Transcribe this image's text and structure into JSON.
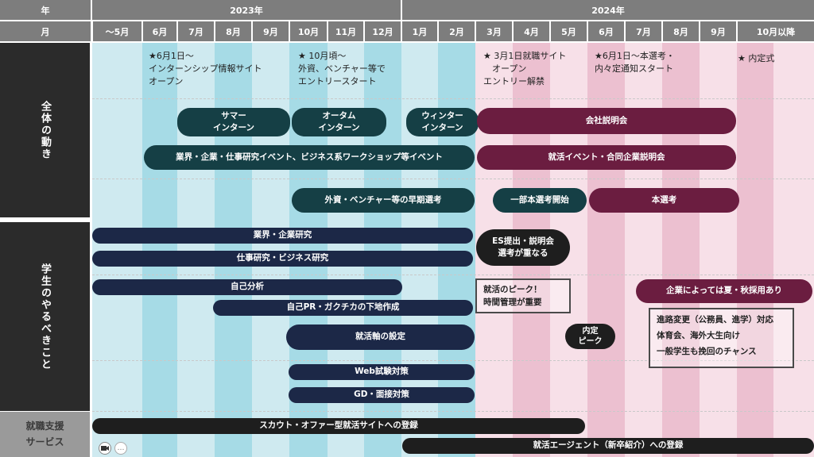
{
  "header": {
    "year_label": "年",
    "month_label": "月",
    "years": [
      "2023年",
      "2024年"
    ],
    "months": [
      "～5月",
      "6月",
      "7月",
      "8月",
      "9月",
      "10月",
      "11月",
      "12月",
      "1月",
      "2月",
      "3月",
      "4月",
      "5月",
      "6月",
      "7月",
      "8月",
      "9月",
      "10月以降"
    ]
  },
  "sections": {
    "overall": "全体の動き",
    "student": "学生のやるべきこと",
    "support": "就職支援\nサービス"
  },
  "notes": {
    "n1": "★6月1日～\nインターンシップ情報サイト\nオープン",
    "n2": "★ 10月頃～\n外資、ベンチャー等で\nエントリースタート",
    "n3": "★ 3月1日就職サイト\n　オープン\nエントリー解禁",
    "n4": "★6月1日～本選考・\n内々定通知スタート",
    "n5": "★ 内定式"
  },
  "bars": {
    "summer_intern": "サマー\nインターン",
    "autumn_intern": "オータム\nインターン",
    "winter_intern": "ウィンター\nインターン",
    "company_briefing": "会社説明会",
    "industry_events": "業界・企業・仕事研究イベント、ビジネス系ワークショップ等イベント",
    "job_events": "就活イベント・合同企業説明会",
    "early_selection": "外資・ベンチャー等の早期選考",
    "partial_selection": "一部本選考開始",
    "main_selection": "本選考",
    "industry_research": "業界・企業研究",
    "job_research": "仕事研究・ビジネス研究",
    "es_submit": "ES提出・説明会\n選考が重なる",
    "self_analysis": "自己分析",
    "self_pr": "自己PR・ガクチカの下地作成",
    "job_axis": "就活軸の設定",
    "web_test": "Web試験対策",
    "gd_interview": "GD・面接対策",
    "naitei_peak": "内定\nピーク",
    "summer_autumn": "企業によっては夏・秋採用あり",
    "scout": "スカウト・オファー型就活サイトへの登録",
    "agent": "就活エージェント（新卒紹介）への登録"
  },
  "boxes": {
    "peak": "就活のピーク！\n時間管理が重要",
    "career": "進路変更（公務員、進学）対応\n体育会、海外大生向け\n一般学生も挽回のチャンス"
  },
  "colors": {
    "teal": "#153f45",
    "navy": "#1c2847",
    "wine": "#6b1d40",
    "light_blue": "#cfeaf0",
    "mid_blue": "#a6dbe6",
    "light_pink": "#f7e0e8",
    "mid_pink": "#ecc0d0"
  }
}
